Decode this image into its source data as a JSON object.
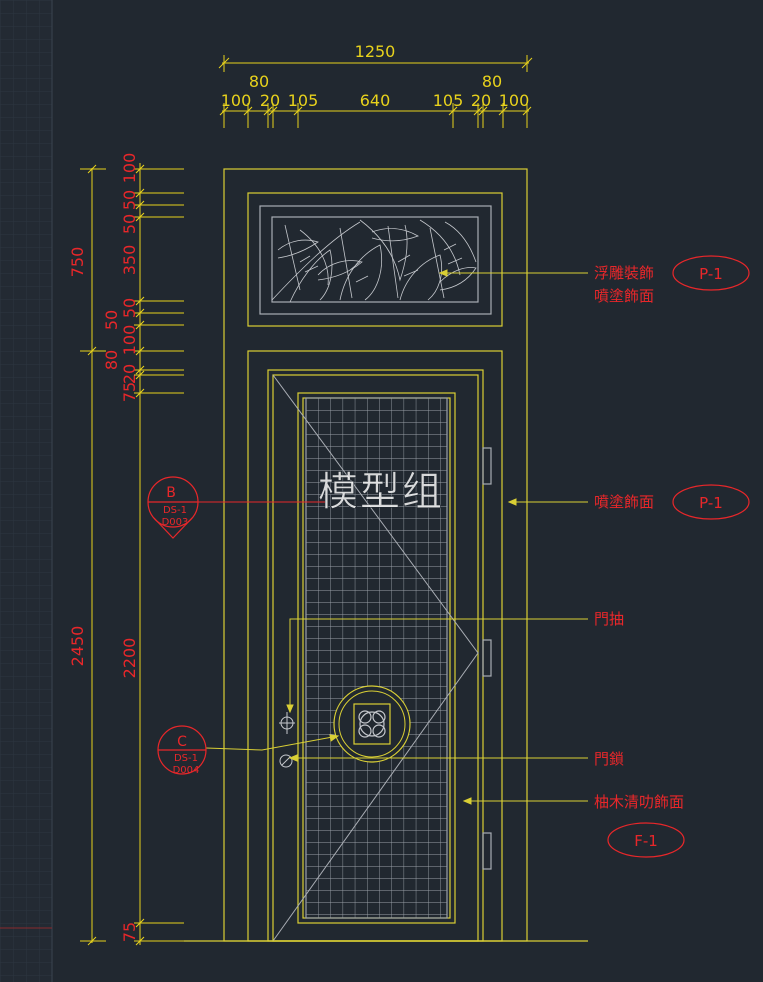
{
  "colors": {
    "background": "#212830",
    "dimension": "#e8d21c",
    "annotation": "#e8272a",
    "outline": "#d9cf35",
    "grey": "#a9adb4",
    "watermark": "#ffffff"
  },
  "dims_top": {
    "overall": "1250",
    "small_left": "80",
    "small_right": "80",
    "segments": [
      "100",
      "20",
      "105",
      "640",
      "105",
      "20",
      "100"
    ]
  },
  "dims_left": {
    "inner_top": [
      "100",
      "50",
      "50",
      "350",
      "50",
      "50",
      "100",
      "80",
      "75",
      "20"
    ],
    "inner_main": "2200",
    "inner_bottom": "75",
    "outer_top": "750",
    "outer_bottom": "2450"
  },
  "callouts": {
    "relief": "浮雕裝飾",
    "paint_top": "噴塗飾面",
    "paint_frame": "噴塗飾面",
    "door_pull": "門抽",
    "door_lock": "門鎖",
    "wood_finish": "柚木清叻飾面"
  },
  "tags": {
    "p1_top": "P-1",
    "p1_mid": "P-1",
    "f1": "F-1"
  },
  "section_markers": {
    "b": {
      "letter": "B",
      "sheet": "DS-1",
      "ref": "D003"
    },
    "c": {
      "letter": "C",
      "sheet": "DS-1",
      "ref": "D004"
    }
  },
  "watermark": "模型组"
}
